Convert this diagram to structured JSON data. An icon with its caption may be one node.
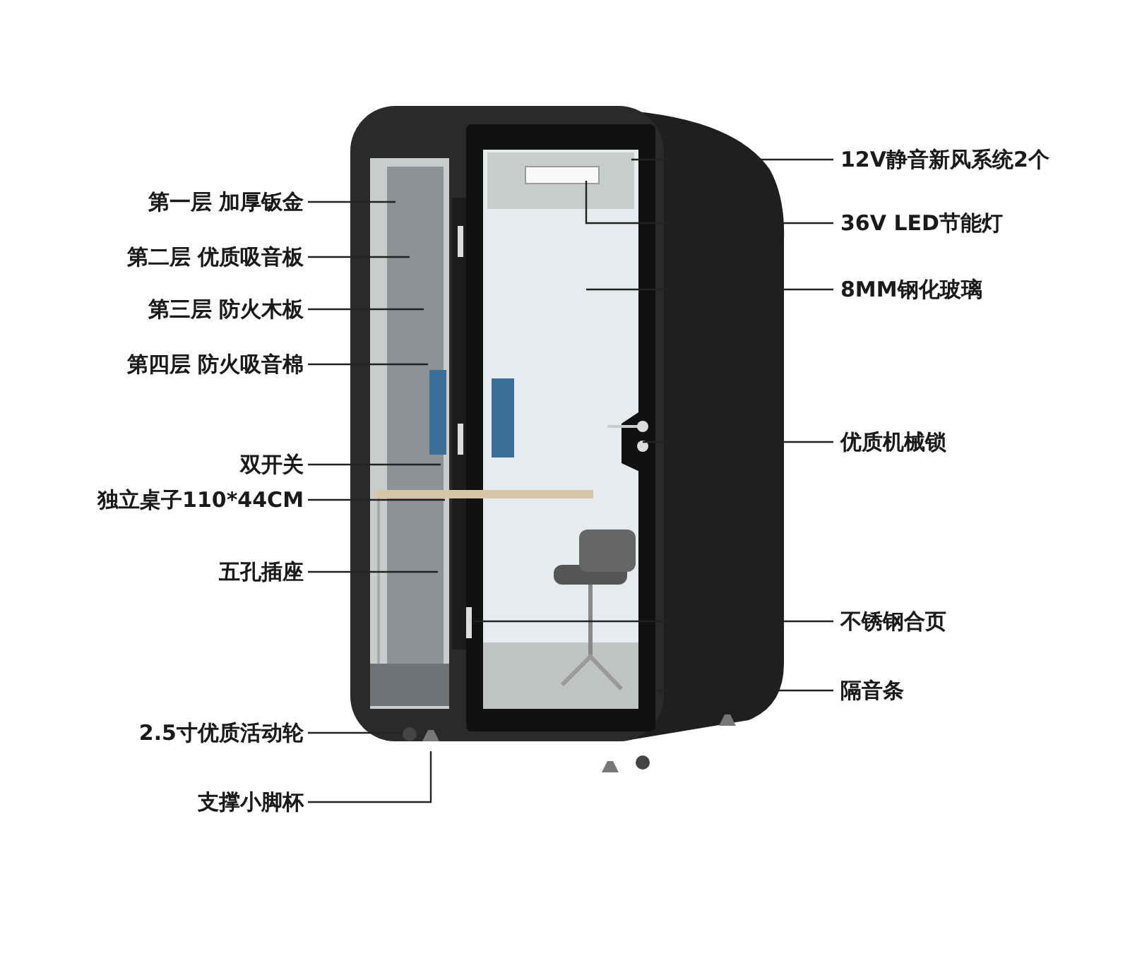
{
  "diagram": {
    "nodes": [
      {
        "text": [
          "第一层 加厚钣金"
        ]
      },
      {
        "text": [
          "第二层 优质吸音板"
        ]
      },
      {
        "text": [
          "第三层 防火木板"
        ]
      },
      {
        "text": [
          "第四层 防火吸音棉"
        ]
      },
      {
        "text": [
          "双开关"
        ]
      },
      {
        "text": [
          "独立桌子110*44CM"
        ]
      },
      {
        "text": [
          "五孔插座"
        ]
      },
      {
        "text": [
          "2.5寸优质活动轮"
        ]
      },
      {
        "text": [
          "支撑小脚杯"
        ]
      },
      {
        "text": [
          "12V静音新风系统2个"
        ]
      },
      {
        "text": [
          "36V LED节能灯"
        ]
      },
      {
        "text": [
          "8MM钢化玻璃"
        ]
      },
      {
        "text": [
          "优质机械锁"
        ]
      },
      {
        "text": [
          "不锈钢合页"
        ]
      },
      {
        "text": [
          "隔音条"
        ]
      }
    ],
    "edges": [
      {
        "from": 0,
        "to": null,
        "arrow": "none"
      },
      {
        "from": 1,
        "to": null,
        "arrow": "none"
      },
      {
        "from": 2,
        "to": null,
        "arrow": "none"
      },
      {
        "from": 3,
        "to": null,
        "arrow": "none"
      },
      {
        "from": 4,
        "to": null,
        "arrow": "none"
      },
      {
        "from": 5,
        "to": null,
        "arrow": "none"
      },
      {
        "from": 6,
        "to": null,
        "arrow": "none"
      },
      {
        "from": 7,
        "to": null,
        "arrow": "none"
      },
      {
        "from": 8,
        "to": null,
        "arrow": "none"
      },
      {
        "from": 9,
        "to": null,
        "arrow": "none"
      },
      {
        "from": 10,
        "to": null,
        "arrow": "none"
      },
      {
        "from": 11,
        "to": null,
        "arrow": "none"
      },
      {
        "from": 12,
        "to": null,
        "arrow": "none"
      },
      {
        "from": 13,
        "to": null,
        "arrow": "none"
      },
      {
        "from": 14,
        "to": null,
        "arrow": "none"
      }
    ]
  }
}
